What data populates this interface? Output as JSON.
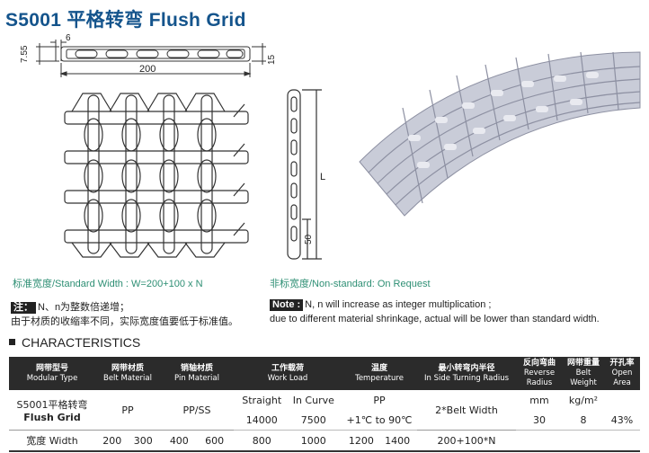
{
  "title": "S5001 平格转弯 Flush Grid",
  "drawing": {
    "dims": {
      "top_width": "6",
      "height": "7.55",
      "pitch_total": "15",
      "width": "200",
      "length": "L",
      "bottom": "50"
    }
  },
  "notes": {
    "standard_width": "标准宽度/Standard Width : W=200+100 x N",
    "non_standard": "非标宽度/Non-standard: On Request",
    "cn_tag": "注：",
    "cn_line1": "N、n为整数倍递增；",
    "cn_line2": "由于材质的收缩率不同，实际宽度值要低于标准值。",
    "en_tag": "Note :",
    "en_line1": "N, n will increase as integer multiplication ;",
    "en_line2": "due to different material shrinkage, actual will be lower than standard width."
  },
  "characteristics": {
    "heading": "CHARACTERISTICS",
    "headers": [
      {
        "cn": "网带型号",
        "en": "Modular Type"
      },
      {
        "cn": "网带材质",
        "en": "Belt Material"
      },
      {
        "cn": "销轴材质",
        "en": "Pin Material"
      },
      {
        "cn": "工作载荷",
        "en": "Work Load"
      },
      {
        "cn": "温度",
        "en": "Temperature"
      },
      {
        "cn": "最小转弯内半径",
        "en": "In Side Turning Radius"
      },
      {
        "cn": "反向弯曲",
        "en": "Reverse Radius"
      },
      {
        "cn": "网带重量",
        "en": "Belt Weight"
      },
      {
        "cn": "开孔率",
        "en": "Open Area"
      }
    ],
    "model_cn": "S5001平格转弯",
    "model_en": "Flush Grid",
    "belt_material": "PP",
    "pin_material": "PP/SS",
    "load_straight_label": "Straight",
    "load_curve_label": "In Curve",
    "load_straight": "14000",
    "load_curve": "7500",
    "temp_material": "PP",
    "temp_range": "+1℃ to 90℃",
    "turning_radius": "2*Belt Width",
    "reverse_unit": "mm",
    "reverse_value": "30",
    "weight_unit": "kg/m²",
    "weight_value": "8",
    "open_area": "43%",
    "width_row": {
      "label": "宽度 Width",
      "values": [
        "200",
        "300",
        "400",
        "600",
        "800",
        "1000",
        "1200",
        "1400",
        "200+100*N"
      ]
    }
  }
}
